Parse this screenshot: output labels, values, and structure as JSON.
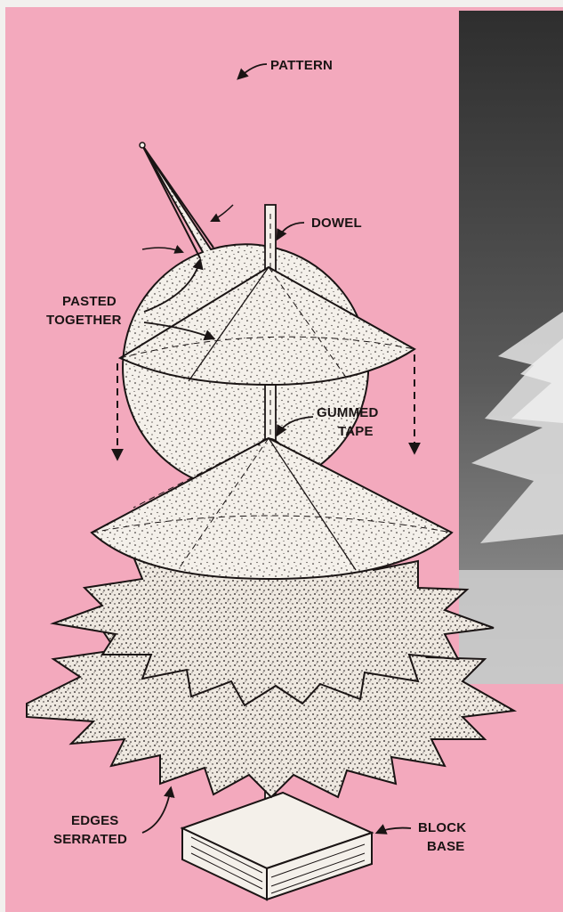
{
  "labels": {
    "pattern": "PATTERN",
    "dowel": "DOWEL",
    "pasted_line1": "PASTED",
    "pasted_line2": "TOGETHER",
    "gummed_line1": "GUMMED",
    "gummed_line2": "TAPE",
    "edges_line1": "EDGES",
    "edges_line2": "SERRATED",
    "block_line1": "BLOCK",
    "block_line2": "BASE"
  },
  "colors": {
    "page_background": "#f3a9bd",
    "paper": "#f4f0ea",
    "ink": "#1a1414",
    "photo_dark": "#3a3a3a",
    "photo_light": "#d9d9d9"
  }
}
